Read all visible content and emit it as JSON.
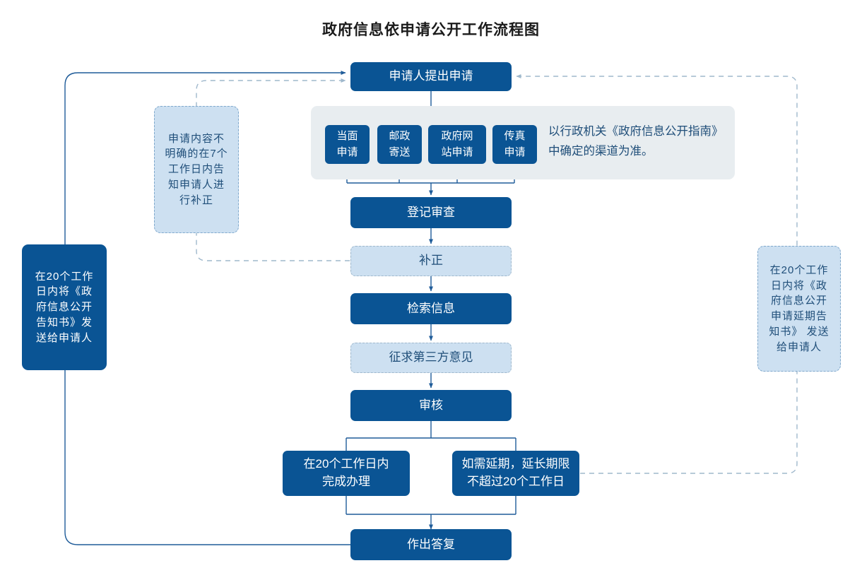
{
  "page": {
    "title": "政府信息依申请公开工作流程图",
    "colors": {
      "solid_fill": "#0A5494",
      "light_fill": "#CDE0F1",
      "panel_fill": "#E8EDF0",
      "line": "#1F5C99",
      "dashed_line": "#9FB8CC",
      "text_dark": "#1F4E79"
    }
  },
  "nodes": {
    "start": {
      "label": "申请人提出申请"
    },
    "channels": [
      {
        "line1": "当面",
        "line2": "申请"
      },
      {
        "line1": "邮政",
        "line2": "寄送"
      },
      {
        "line1": "政府网",
        "line2": "站申请"
      },
      {
        "line1": "传真",
        "line2": "申请"
      }
    ],
    "channel_note": {
      "line1": "以行政机关《政府信息公开指南》",
      "line2": "中确定的渠道为准。"
    },
    "register": {
      "label": "登记审查"
    },
    "correction": {
      "label": "补正"
    },
    "retrieve": {
      "label": "检索信息"
    },
    "third_party": {
      "label": "征求第三方意见"
    },
    "review": {
      "label": "审核"
    },
    "complete_20": {
      "line1": "在20个工作日内",
      "line2": "完成办理"
    },
    "extension": {
      "line1": "如需延期，延长期限",
      "line2": "不超过20个工作日"
    },
    "reply": {
      "label": "作出答复"
    }
  },
  "notes": {
    "left_correction": {
      "lines": [
        "申请内容不",
        "明确的在7个",
        "工作日内告",
        "知申请人进",
        "行补正"
      ]
    },
    "left_notice": {
      "lines": [
        "在20个工作",
        "日内将《政",
        "府信息公开",
        "告知书》发",
        "送给申请人"
      ]
    },
    "right_extension": {
      "lines": [
        "在20个工作",
        "日内将《政",
        "府信息公开",
        "申请延期告",
        "知书》 发送",
        "给申请人"
      ]
    }
  }
}
